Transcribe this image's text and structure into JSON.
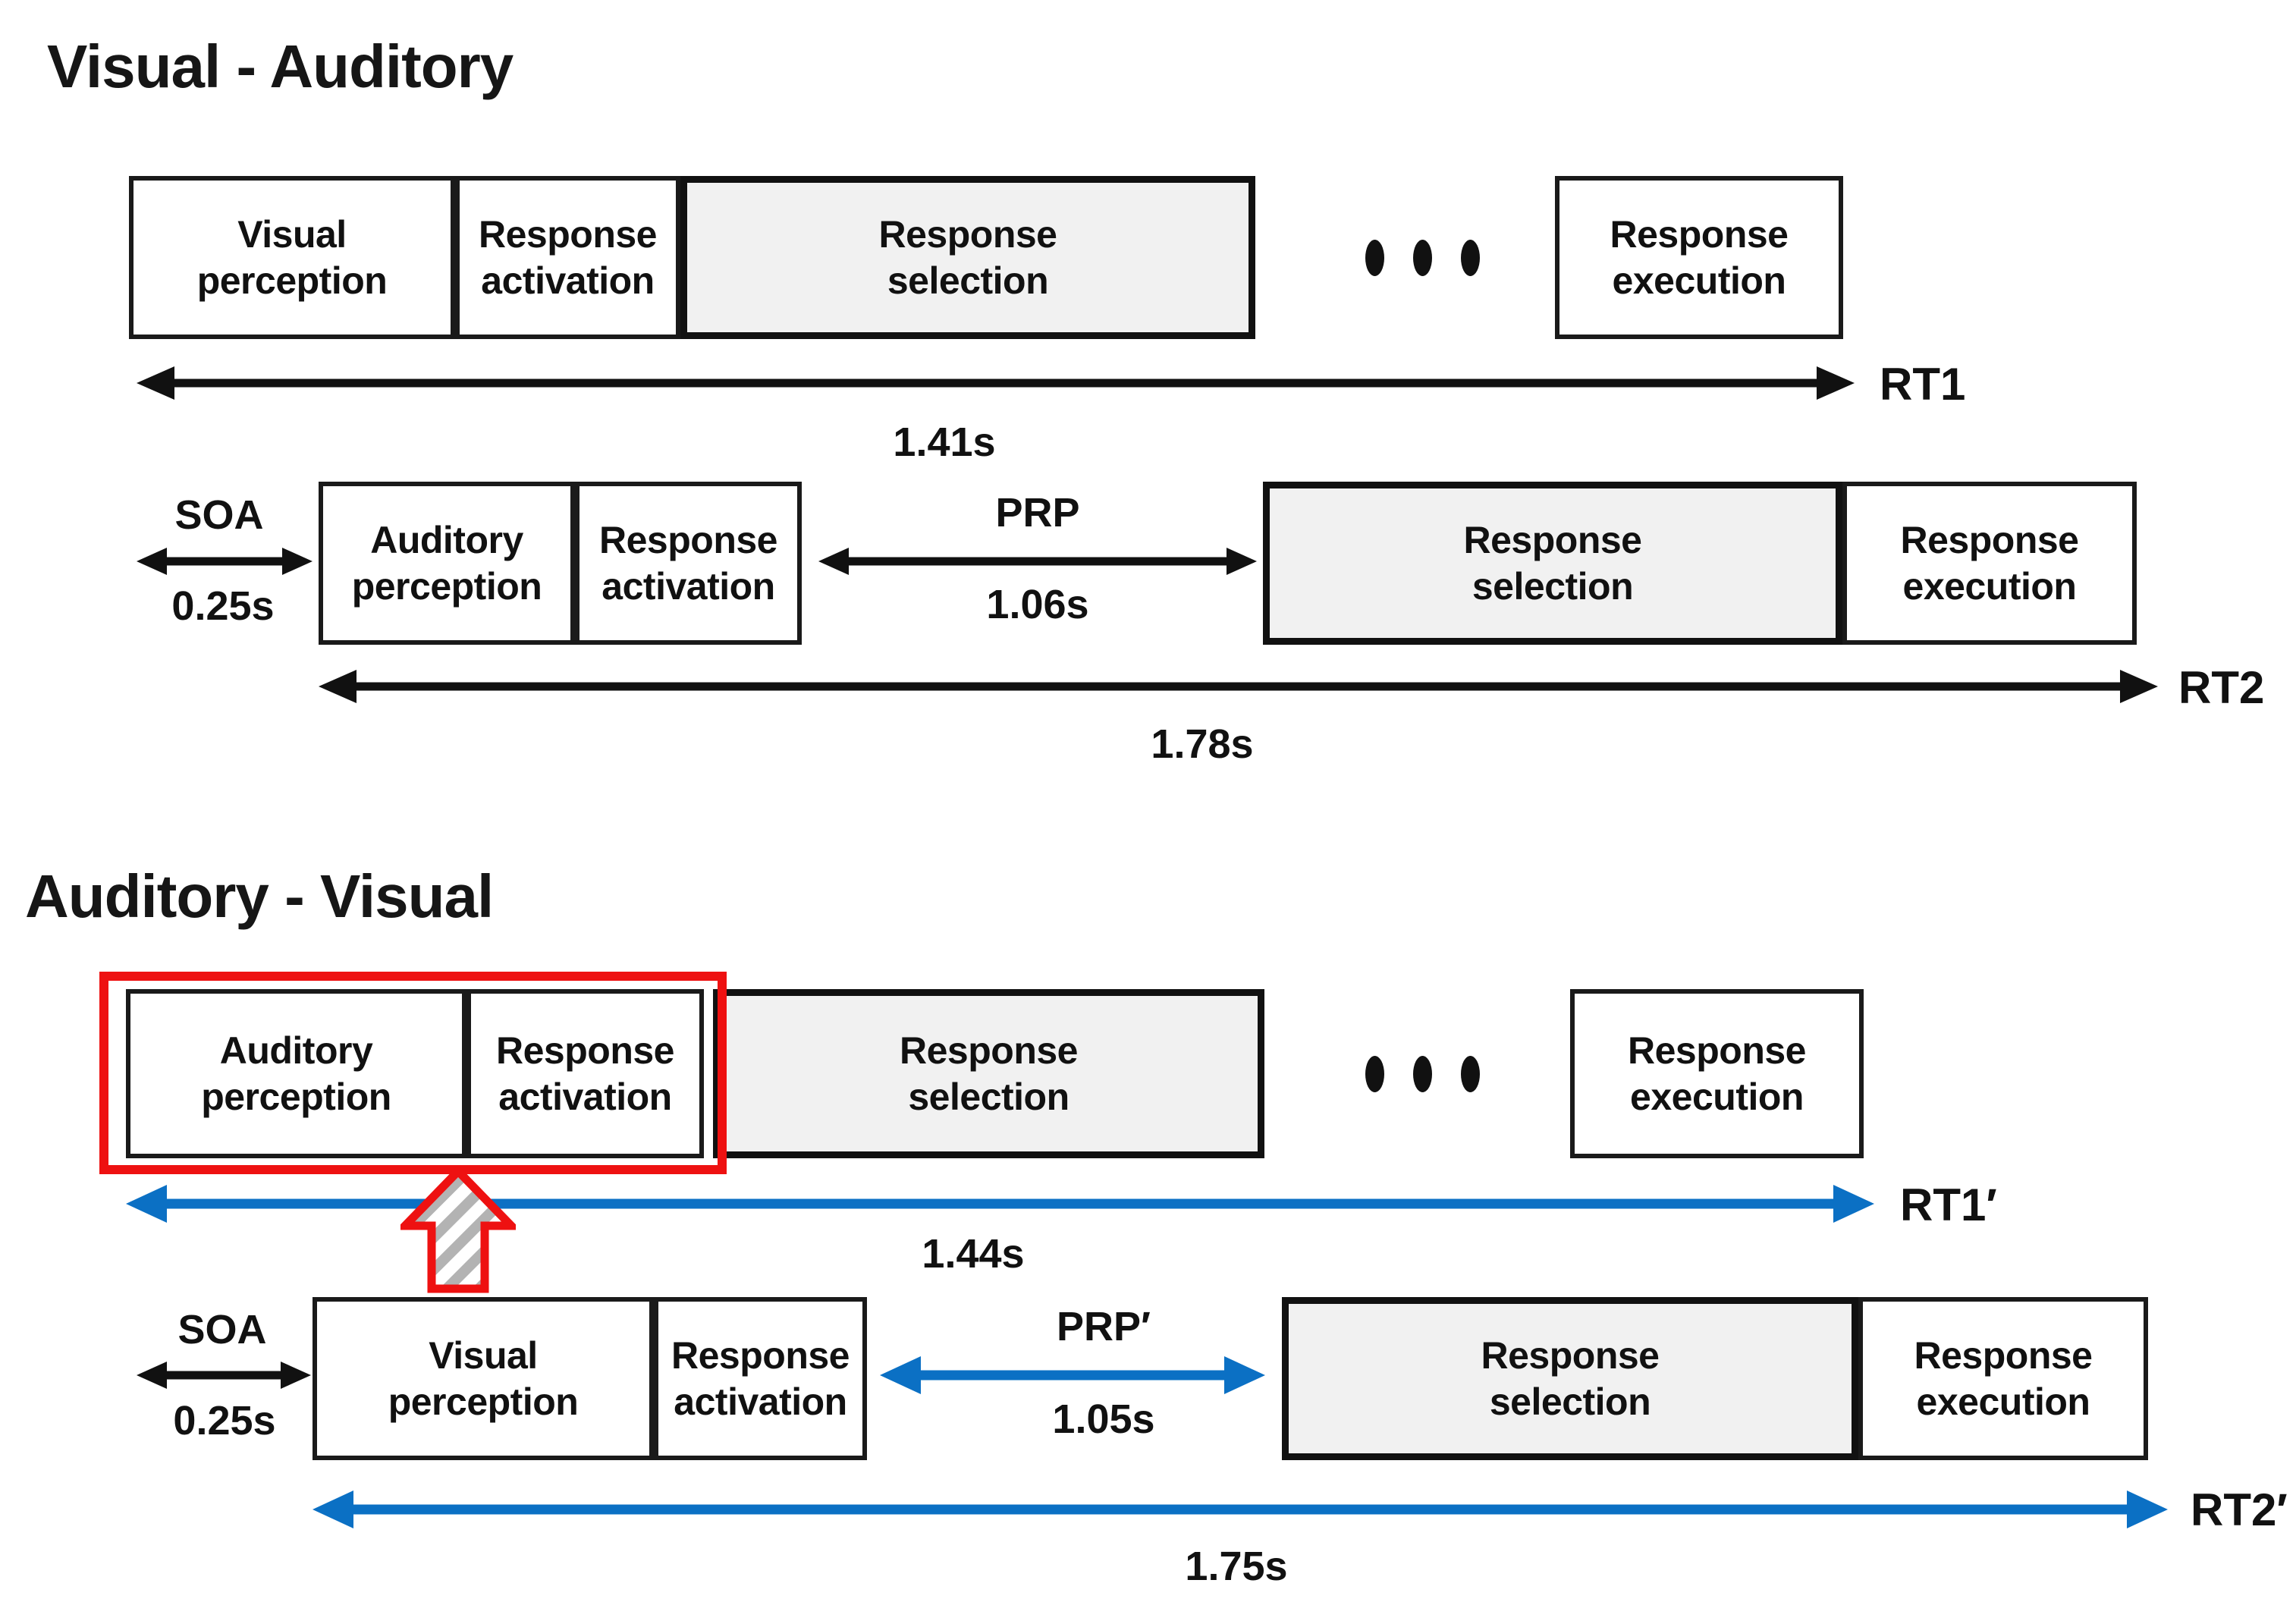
{
  "colors": {
    "blue": "#0b70c4",
    "red": "#ee1111",
    "black": "#111111",
    "box_border": "#1a1a1a",
    "shaded_fill": "#f1f1f1"
  },
  "icons": {
    "ellipsis": "dots-3",
    "up_arrow": "hatched-up-arrow"
  },
  "s1": {
    "title": "Visual - Auditory",
    "row1": {
      "box1": "Visual\nperception",
      "box2": "Response\nactivation",
      "box3": "Response\nselection",
      "box4": "Response\nexecution"
    },
    "rt1": {
      "label": "RT1",
      "time": "1.41s"
    },
    "row2": {
      "soa_label": "SOA",
      "soa_time": "0.25s",
      "box1": "Auditory\nperception",
      "box2": "Response\nactivation",
      "prp_label": "PRP",
      "prp_time": "1.06s",
      "box3": "Response\nselection",
      "box4": "Response\nexecution"
    },
    "rt2": {
      "label": "RT2",
      "time": "1.78s"
    }
  },
  "s2": {
    "title": "Auditory - Visual",
    "row1": {
      "box1": "Auditory\nperception",
      "box2": "Response\nactivation",
      "box3": "Response\nselection",
      "box4": "Response\nexecution"
    },
    "rt1": {
      "label": "RT1′",
      "time": "1.44s"
    },
    "row2": {
      "soa_label": "SOA",
      "soa_time": "0.25s",
      "box1": "Visual\nperception",
      "box2": "Response\nactivation",
      "prp_label": "PRP′",
      "prp_time": "1.05s",
      "box3": "Response\nselection",
      "box4": "Response\nexecution"
    },
    "rt2": {
      "label": "RT2′",
      "time": "1.75s"
    }
  }
}
